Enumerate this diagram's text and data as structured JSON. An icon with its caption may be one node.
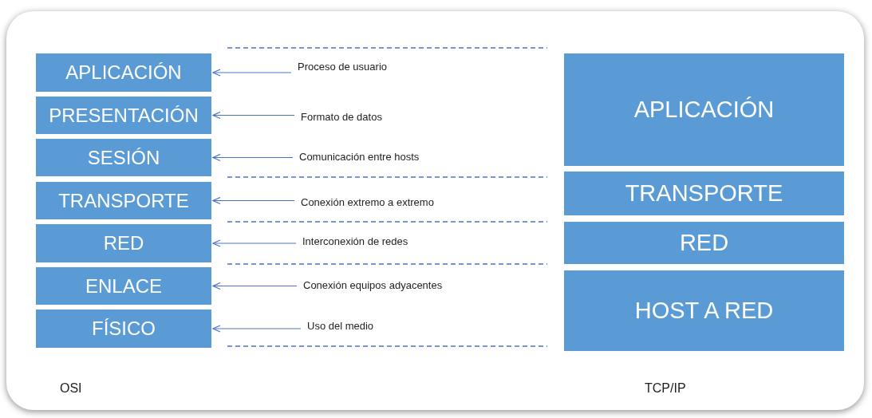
{
  "diagram": {
    "nodes": [
      {
        "text": [
          "APLICACIÓN"
        ]
      },
      {
        "text": [
          "PRESENTACIÓN"
        ]
      },
      {
        "text": [
          "SESIÓN"
        ]
      },
      {
        "text": [
          "TRANSPORTE"
        ]
      },
      {
        "text": [
          "RED"
        ]
      },
      {
        "text": [
          "ENLACE"
        ]
      },
      {
        "text": [
          "FÍSICO"
        ]
      },
      {
        "text": [
          "APLICACIÓN"
        ]
      },
      {
        "text": [
          "TRANSPORTE"
        ]
      },
      {
        "text": [
          "RED"
        ]
      },
      {
        "text": [
          "HOST A RED"
        ]
      },
      {
        "text": [
          "Proceso de usuario"
        ]
      },
      {
        "text": [
          "Formato de datos"
        ]
      },
      {
        "text": [
          "Comunicación entre hosts"
        ]
      },
      {
        "text": [
          "Conexión extremo a extremo"
        ]
      },
      {
        "text": [
          "Interconexión de redes"
        ]
      },
      {
        "text": [
          "Conexión equipos adyacentes"
        ]
      },
      {
        "text": [
          "Uso del medio"
        ]
      }
    ],
    "edges": [
      {
        "from": 11,
        "to": 0,
        "arrow": "to"
      },
      {
        "from": 12,
        "to": 1,
        "arrow": "to"
      },
      {
        "from": 13,
        "to": 2,
        "arrow": "to"
      },
      {
        "from": 14,
        "to": 3,
        "arrow": "to"
      },
      {
        "from": 15,
        "to": 4,
        "arrow": "to"
      },
      {
        "from": 16,
        "to": 5,
        "arrow": "to"
      },
      {
        "from": 17,
        "to": 6,
        "arrow": "to"
      }
    ],
    "labels": [
      "OSI",
      "TCP/IP"
    ]
  }
}
